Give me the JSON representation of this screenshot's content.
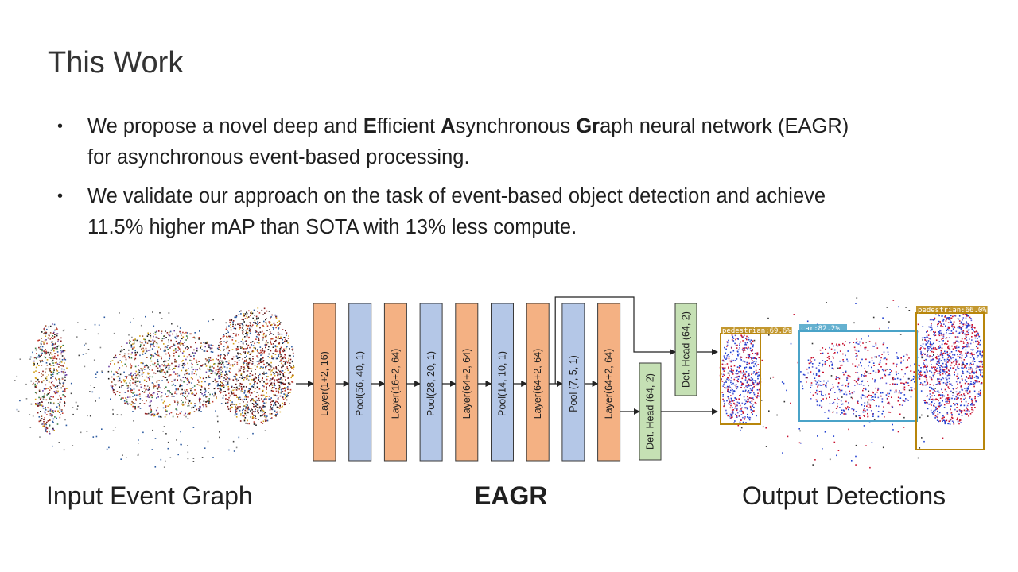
{
  "slide": {
    "title": "This Work",
    "bullets": [
      {
        "pre": "We propose a novel deep and ",
        "b1": "E",
        "t1": "fficient ",
        "b2": "A",
        "t2": "synchronous ",
        "b3": "Gr",
        "t3": "aph neural network (EAGR)",
        "line2": "for asynchronous event-based processing."
      },
      {
        "line1": "We validate our approach on the task of event-based object detection and achieve",
        "line2": "11.5% higher mAP than SOTA with 13% less compute."
      }
    ],
    "captions": {
      "input": "Input Event Graph",
      "eagr": "EAGR",
      "output": "Output Detections"
    }
  },
  "network": {
    "layers": [
      {
        "label": "Layer(1+2, 16)",
        "kind": "layer"
      },
      {
        "label": "Pool(56, 40, 1)",
        "kind": "pool"
      },
      {
        "label": "Layer(16+2, 64)",
        "kind": "layer"
      },
      {
        "label": "Pool(28, 20, 1)",
        "kind": "pool"
      },
      {
        "label": "Layer(64+2, 64)",
        "kind": "layer"
      },
      {
        "label": "Pool(14, 10, 1)",
        "kind": "pool"
      },
      {
        "label": "Layer(64+2, 64)",
        "kind": "layer"
      },
      {
        "label": "Pool (7, 5, 1)",
        "kind": "pool"
      },
      {
        "label": "Layer(64+2, 64)",
        "kind": "layer"
      }
    ],
    "heads": [
      {
        "label": "Det. Head (64, 2)"
      },
      {
        "label": "Det. Head (64, 2)"
      }
    ],
    "colors": {
      "layer_fill": "#f4b183",
      "pool_fill": "#b4c7e7",
      "head_fill": "#c5e0b4",
      "box_stroke": "#3a3a3a"
    }
  },
  "detections": {
    "labels": [
      {
        "text": "pedestrian:69.6%",
        "color": "#b8860b"
      },
      {
        "text": "car:82.2%",
        "color": "#4aa3c8"
      },
      {
        "text": "pedestrian:66.0%",
        "color": "#b8860b"
      }
    ]
  }
}
